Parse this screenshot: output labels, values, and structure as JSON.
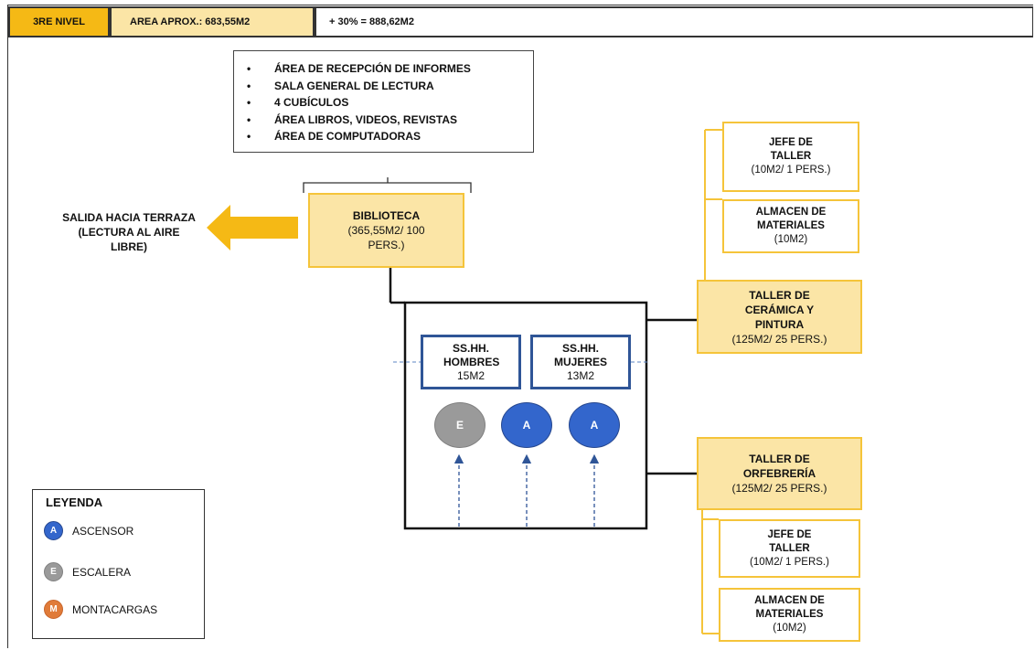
{
  "header": {
    "level": "3RE NIVEL",
    "area": "AREA APROX.: 683,55M2",
    "area_plus": "+ 30% = 888,62M2"
  },
  "program_list": [
    "ÁREA DE RECEPCIÓN DE INFORMES",
    "SALA GENERAL DE LECTURA",
    "4 CUBÍCULOS",
    "ÁREA LIBROS, VIDEOS, REVISTAS",
    "ÁREA DE COMPUTADORAS"
  ],
  "bullet": "•",
  "biblioteca": {
    "title": "BIBLIOTECA",
    "detail": "(365,55M2/ 100 PERS.)"
  },
  "salida": "SALIDA HACIA TERRAZA (LECTURA AL AIRE LIBRE)",
  "ssHH_hombres": {
    "title": "SS.HH. HOMBRES",
    "area": "15M2"
  },
  "ssHH_mujeres": {
    "title": "SS.HH. MUJERES",
    "area": "13M2"
  },
  "circulation": [
    {
      "letter": "E",
      "type": "escalera"
    },
    {
      "letter": "A",
      "type": "ascensor"
    },
    {
      "letter": "A",
      "type": "ascensor"
    }
  ],
  "taller_ceramica": {
    "title": "TALLER DE CERÁMICA Y PINTURA",
    "detail": "(125M2/ 25 PERS.)",
    "jefe": {
      "title": "JEFE DE TALLER",
      "detail": "(10M2/ 1 PERS.)"
    },
    "almacen": {
      "title": "ALMACEN DE MATERIALES",
      "detail": "(10M2)"
    }
  },
  "taller_orfebreria": {
    "title": "TALLER DE ORFEBRERÍA",
    "detail": "(125M2/ 25 PERS.)",
    "jefe": {
      "title": "JEFE DE TALLER",
      "detail": "(10M2/ 1 PERS.)"
    },
    "almacen": {
      "title": "ALMACEN DE MATERIALES",
      "detail": "(10M2)"
    }
  },
  "legend": {
    "title": "LEYENDA",
    "items": [
      {
        "letter": "A",
        "label": "ASCENSOR"
      },
      {
        "letter": "E",
        "label": "ESCALERA"
      },
      {
        "letter": "M",
        "label": "MONTACARGAS"
      }
    ]
  },
  "colors": {
    "header_level": "#f5b915",
    "header_area": "#fbe5a6",
    "node_fill": "#fbe5a6",
    "node_border": "#f5c43a",
    "ss_border": "#2f5597",
    "ascensor": "#3366cc",
    "escalera": "#9a9a9a",
    "montacargas": "#e07b39",
    "arrow": "#f5b915"
  }
}
